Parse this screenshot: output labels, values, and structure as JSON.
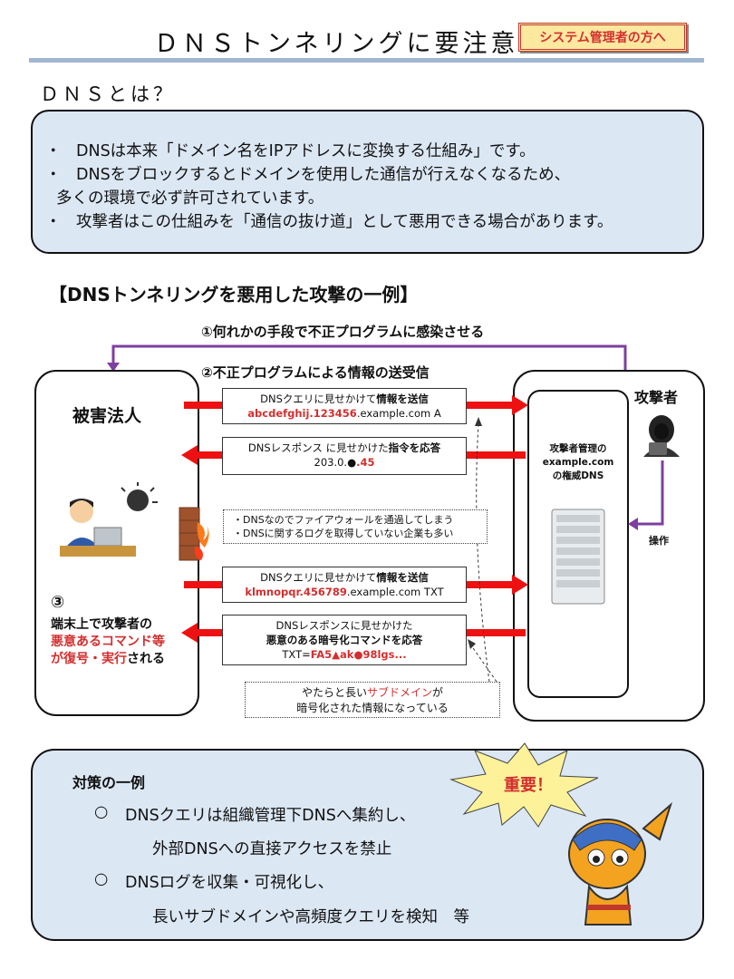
{
  "header": {
    "title": "ＤＮＳトンネリングに要注意！",
    "badge": "システム管理者の方へ"
  },
  "what_is": {
    "heading": "ＤＮＳとは？",
    "bullets": [
      {
        "dot": "・",
        "text": "DNSは本来「ドメイン名をIPアドレスに変換する仕組み」です。"
      },
      {
        "dot": "・",
        "text": "DNSをブロックするとドメインを使用した通信が行えなくなるため、"
      },
      {
        "dot": "",
        "text": "多くの環境で必ず許可されています。"
      },
      {
        "dot": "・",
        "text": "攻撃者はこの仕組みを「通信の抜け道」として悪用できる場合があります。"
      }
    ]
  },
  "example": {
    "heading": "【DNSトンネリングを悪用した攻撃の一例】",
    "step1": "①何れかの手段で不正プログラムに感染させる",
    "step2": "②不正プログラムによる情報の送受信",
    "victim": "被害法人",
    "attacker": "攻撃者",
    "attacker_dns": [
      "攻撃者管理の",
      "example.com",
      "の権威DNS"
    ],
    "operate": "操作",
    "msg1": {
      "l1a": "DNSクエリに見せかけて",
      "l1b": "情報を送信",
      "l2a": "abcdefghij.123456",
      "l2b": ".example.com A"
    },
    "msg2": {
      "l1a": "DNSレスポンス に見せかけた",
      "l1b": "指令を応答",
      "l2a": "203.0.",
      "l2b": "●",
      "l2c": ".45"
    },
    "firewall_note": [
      "・DNSなのでファイアウォールを通過してしまう",
      "・DNSに関するログを取得していない企業も多い"
    ],
    "msg3": {
      "l1a": "DNSクエリに見せかけて",
      "l1b": "情報を送信",
      "l2a": "klmnopqr.456789",
      "l2b": ".example.com TXT"
    },
    "msg4": {
      "l1": "DNSレスポンスに見せかけた",
      "l2": "悪意のある暗号化コマンドを応答",
      "l3a": "TXT=",
      "l3b": "FA5▲ak●98lgs..."
    },
    "subdomain_note": {
      "l1a": "やたらと長い",
      "l1b": "サブドメイン",
      "l1c": "が",
      "l2": "暗号化された情報になっている"
    },
    "step3": {
      "num": "③",
      "l1": "端末上で攻撃者の",
      "l2": "悪意あるコマンド等",
      "l3a": "が復号・実行",
      "l3b": "される"
    }
  },
  "countermeasures": {
    "heading": "対策の一例",
    "items": [
      {
        "mark": "○",
        "l1": "DNSクエリは組織管理下DNSへ集約し、",
        "l2": "外部DNSへの直接アクセスを禁止"
      },
      {
        "mark": "○",
        "l1": "DNSログを収集・可視化し、",
        "l2": "長いサブドメインや高頻度クエリを検知　等"
      }
    ],
    "important": "重要！"
  },
  "colors": {
    "accent_red": "#d32f2f",
    "arrow_red": "#ee1111",
    "purple": "#7e3fa0",
    "box_blue": "#dce7f4",
    "rule_blue": "#9fb7d4"
  }
}
